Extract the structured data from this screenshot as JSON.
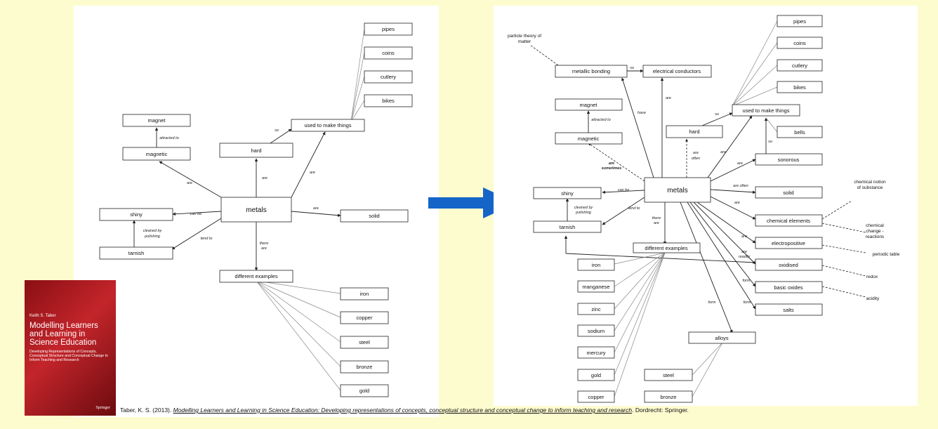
{
  "left_map": {
    "nodes": {
      "pipes": "pipes",
      "coins": "coins",
      "cutlery": "cutlery",
      "bikes": "bikes",
      "magnet": "magnet",
      "used": "used to make things",
      "magnetic": "magnetic",
      "hard": "hard",
      "metals": "metals",
      "shiny": "shiny",
      "solid": "solid",
      "tarnish": "tarnish",
      "examples": "different examples",
      "iron": "iron",
      "copper": "copper",
      "steel": "steel",
      "bronze": "bronze",
      "gold": "gold"
    },
    "edges": {
      "attracted": "attracted to",
      "so": "so",
      "are_mag": "are",
      "are_hard": "are",
      "are_used": "are",
      "can_be": "can be",
      "are_solid": "are",
      "cleaned1": "cleaned by",
      "cleaned2": "polishing",
      "tend_to": "tend to",
      "there": "there",
      "there_are": "are"
    }
  },
  "right_map": {
    "nodes": {
      "pipes": "pipes",
      "coins": "coins",
      "cutlery": "cutlery",
      "bikes": "bikes",
      "metallic_bonding": "metallic bonding",
      "electrical_conductors": "electrical conductors",
      "magnet": "magnet",
      "used": "used to make things",
      "hard": "hard",
      "bells": "bells",
      "magnetic": "magnetic",
      "sonorous": "sonorous",
      "metals": "metals",
      "shiny": "shiny",
      "solid": "solid",
      "tarnish": "tarnish",
      "chemical_elements": "chemical elements",
      "different_examples": "different examples",
      "electropositive": "electropositive",
      "iron": "iron",
      "oxidised": "oxidised",
      "manganese": "manganese",
      "basic_oxides": "basic oxides",
      "zinc": "zinc",
      "salts": "salts",
      "sodium": "sodium",
      "alloys": "alloys",
      "mercury": "mercury",
      "gold": "gold",
      "steel": "steel",
      "copper": "copper",
      "bronze": "bronze"
    },
    "free": {
      "particle1": "particle theory of",
      "particle2": "matter",
      "chemnotion1": "chemical notion",
      "chemnotion2": "of substance",
      "chemchange1": "chemical",
      "chemchange2": "change -",
      "chemchange3": "reactions",
      "periodic": "periodic  table",
      "redox": "redox",
      "acidity": "acidity"
    },
    "edges": {
      "so1": "so",
      "have": "have",
      "are_ec": "are",
      "attracted": "attracted to",
      "so2": "so",
      "are_often1": "are",
      "are_often2": "often",
      "are_used": "are",
      "so3": "so",
      "are_sometimes1": "are",
      "are_sometimes2": "sometimes",
      "are_son": "are",
      "are_often_solid": "are often",
      "can_be": "can be",
      "tend_to": "tend to",
      "cleaned1": "cleaned by",
      "cleaned2": "polishing",
      "are_chem": "are",
      "there": "there",
      "there_are": "are",
      "are_electro": "are",
      "are_readily1": "are",
      "are_readily2": "readily",
      "form1": "form",
      "form2": "form",
      "form3": "form"
    }
  },
  "book": {
    "author": "Keith S. Taber",
    "title": "Modelling Learners and Learning in Science Education",
    "subtitle": "Developing Representations of Concepts, Conceptual Structure and Conceptual Change to Inform Teaching and Research",
    "publisher": "Springer"
  },
  "citation": {
    "prefix": "Taber, K. S. (2013). ",
    "title": "Modelling Learners and Learning in Science Education: Developing representations of concepts, conceptual structure and conceptual change to inform teaching and research",
    "suffix": ". Dordrecht: Springer."
  },
  "colors": {
    "background": "#fdfccf",
    "arrow": "#1565c8",
    "book": "#b0181e"
  }
}
